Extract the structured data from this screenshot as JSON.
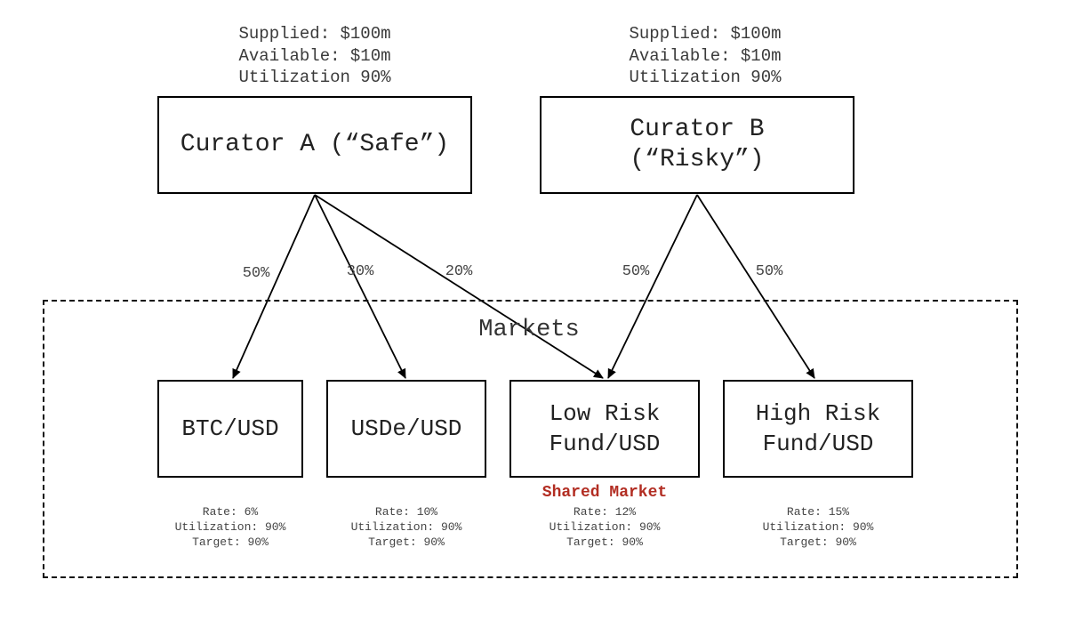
{
  "curators": [
    {
      "name": "Curator A (“Safe”)",
      "stats": "Supplied: $100m\nAvailable: $10m\nUtilization 90%"
    },
    {
      "name": "Curator B\n(“Risky”)",
      "stats": "Supplied: $100m\nAvailable: $10m\nUtilization 90%"
    }
  ],
  "allocations": {
    "a_btc": "50%",
    "a_usde": "30%",
    "a_lowrisk": "20%",
    "b_lowrisk": "50%",
    "b_highrisk": "50%"
  },
  "markets_title": "Markets",
  "markets": [
    {
      "name": "BTC/USD",
      "stats": "Rate: 6%\nUtilization: 90%\nTarget: 90%"
    },
    {
      "name": "USDe/USD",
      "stats": "Rate: 10%\nUtilization: 90%\nTarget: 90%"
    },
    {
      "name": "Low Risk\nFund/USD",
      "badge": "Shared Market",
      "stats": "Rate: 12%\nUtilization: 90%\nTarget: 90%"
    },
    {
      "name": "High Risk\nFund/USD",
      "stats": "Rate: 15%\nUtilization: 90%\nTarget: 90%"
    }
  ],
  "colors": {
    "shared_badge": "#b22d22",
    "line": "#000000"
  }
}
